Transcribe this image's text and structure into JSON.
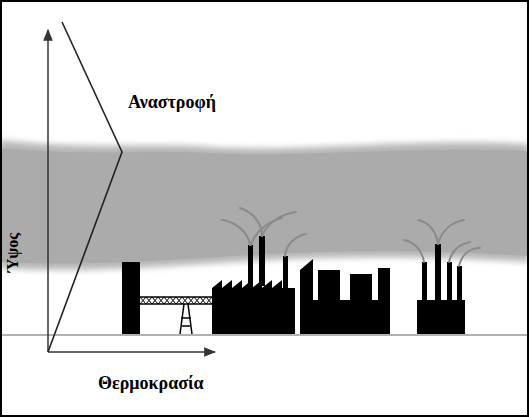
{
  "diagram": {
    "labels": [
      "Αναστροφή",
      "Ύψος",
      "Θερμοκρασία"
    ]
  }
}
